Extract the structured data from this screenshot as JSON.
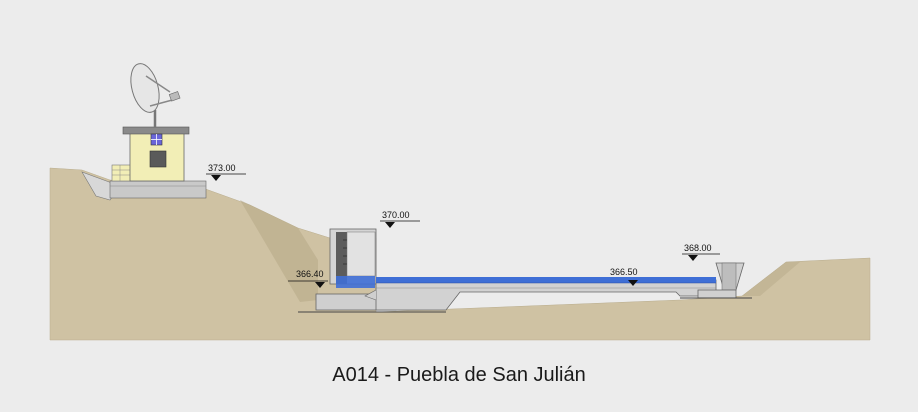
{
  "levels": {
    "top_building": "373.00",
    "upper_channel": "370.00",
    "gauge_bottom": "366.40",
    "channel_water": "366.50",
    "weir": "368.00"
  },
  "caption": "A014 - Puebla de San Julián",
  "colors": {
    "background": "#ececec",
    "terrain": "#cfc2a3",
    "concrete": "#cdcdcd",
    "water": "#3f6fd6",
    "building_wall": "#f2eeb6",
    "gauge_dark": "#5c5c5c"
  }
}
